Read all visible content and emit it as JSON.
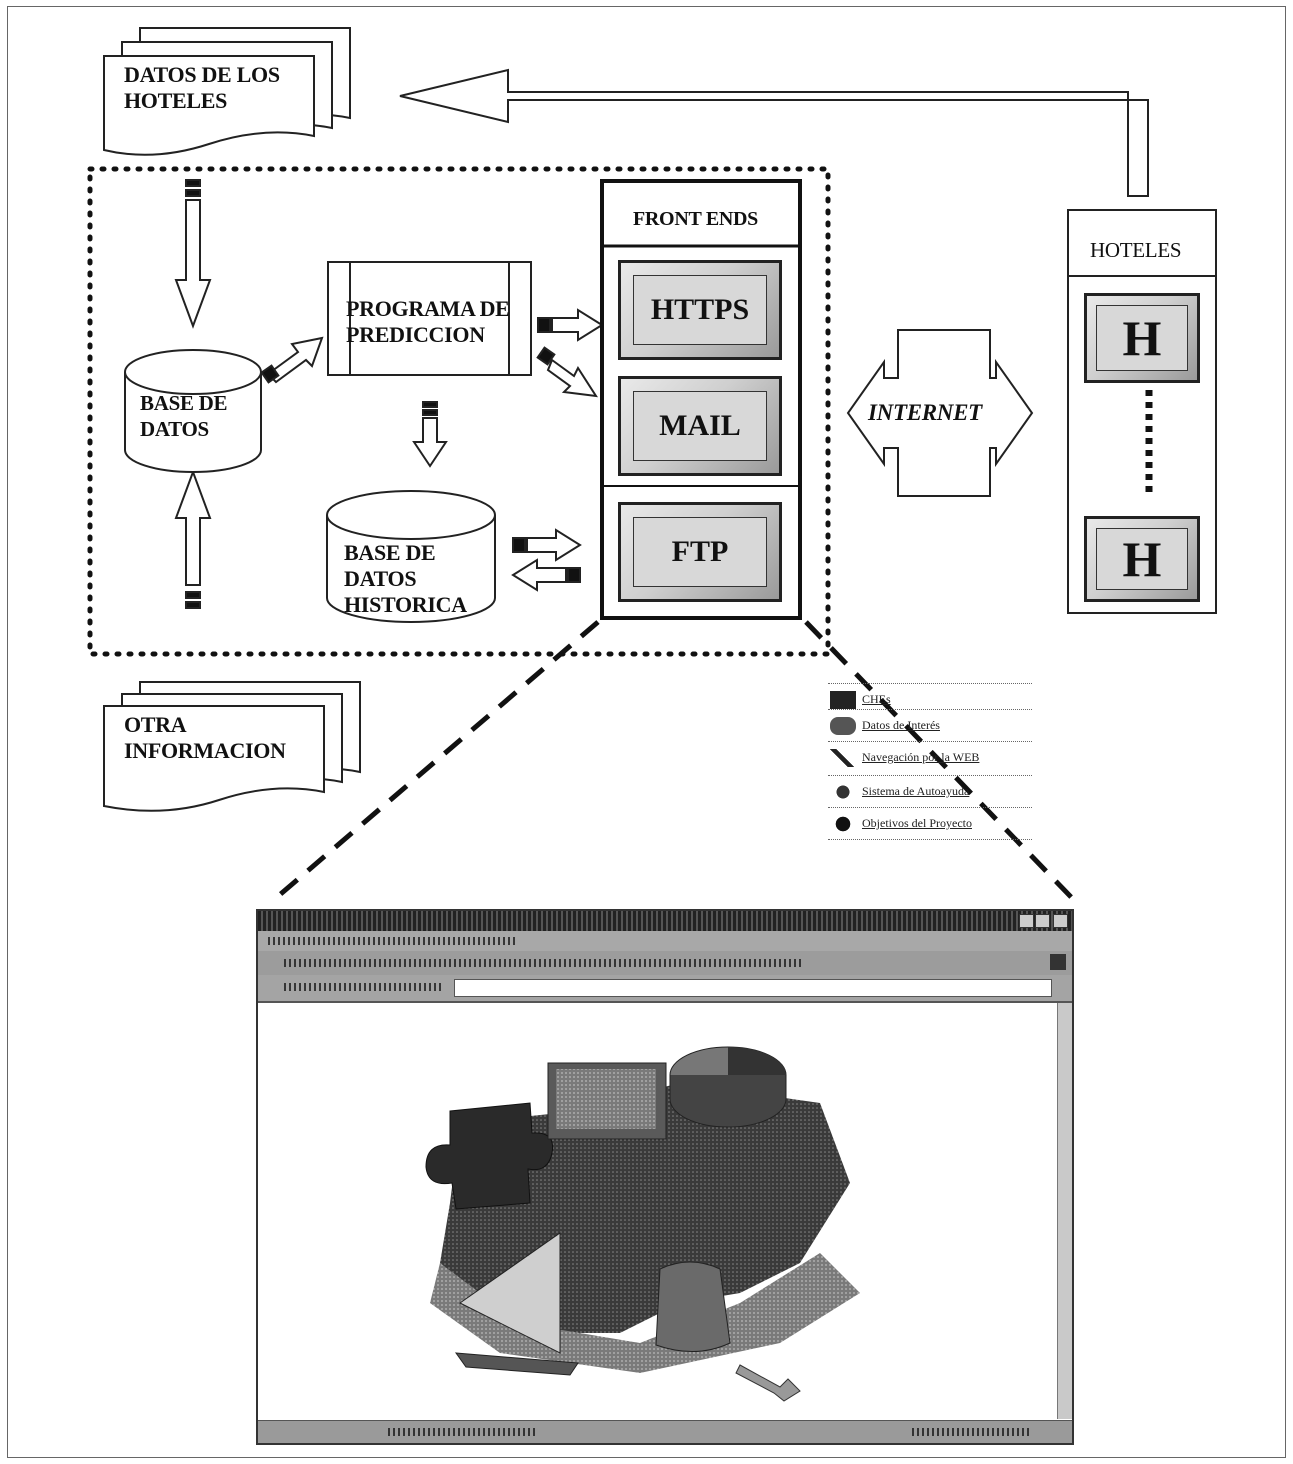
{
  "documents": {
    "hotel_data": "DATOS DE LOS HOTELES",
    "hotel_data_line1": "DATOS DE LOS",
    "hotel_data_line2": "HOTELES",
    "other_info_line1": "OTRA",
    "other_info_line2": "INFORMACION"
  },
  "nodes": {
    "database_line1": "BASE DE",
    "database_line2": "DATOS",
    "prediction_line1": "PROGRAMA DE",
    "prediction_line2": "PREDICCION",
    "historic_line1": "BASE DE",
    "historic_line2": "DATOS",
    "historic_line3": "HISTORICA"
  },
  "front_ends": {
    "title": "FRONT ENDS",
    "buttons": [
      "HTTPS",
      "MAIL",
      "FTP"
    ]
  },
  "network": {
    "label": "INTERNET"
  },
  "hotels": {
    "title": "HOTELES",
    "unit_label": "H"
  },
  "browser": {
    "links": [
      {
        "icon": "ftp-icon",
        "label": "CHEs"
      },
      {
        "icon": "data-icon",
        "label": "Datos de Interés"
      },
      {
        "icon": "navigate-icon",
        "label": "Navegación por la WEB"
      },
      {
        "icon": "help-system-icon",
        "label": "Sistema de Autoayuda"
      },
      {
        "icon": "objectives-icon",
        "label": "Objetivos del Proyecto"
      }
    ]
  },
  "colors": {
    "ink": "#111111",
    "button_face": "#d8d8d8",
    "frame": "#666666"
  }
}
